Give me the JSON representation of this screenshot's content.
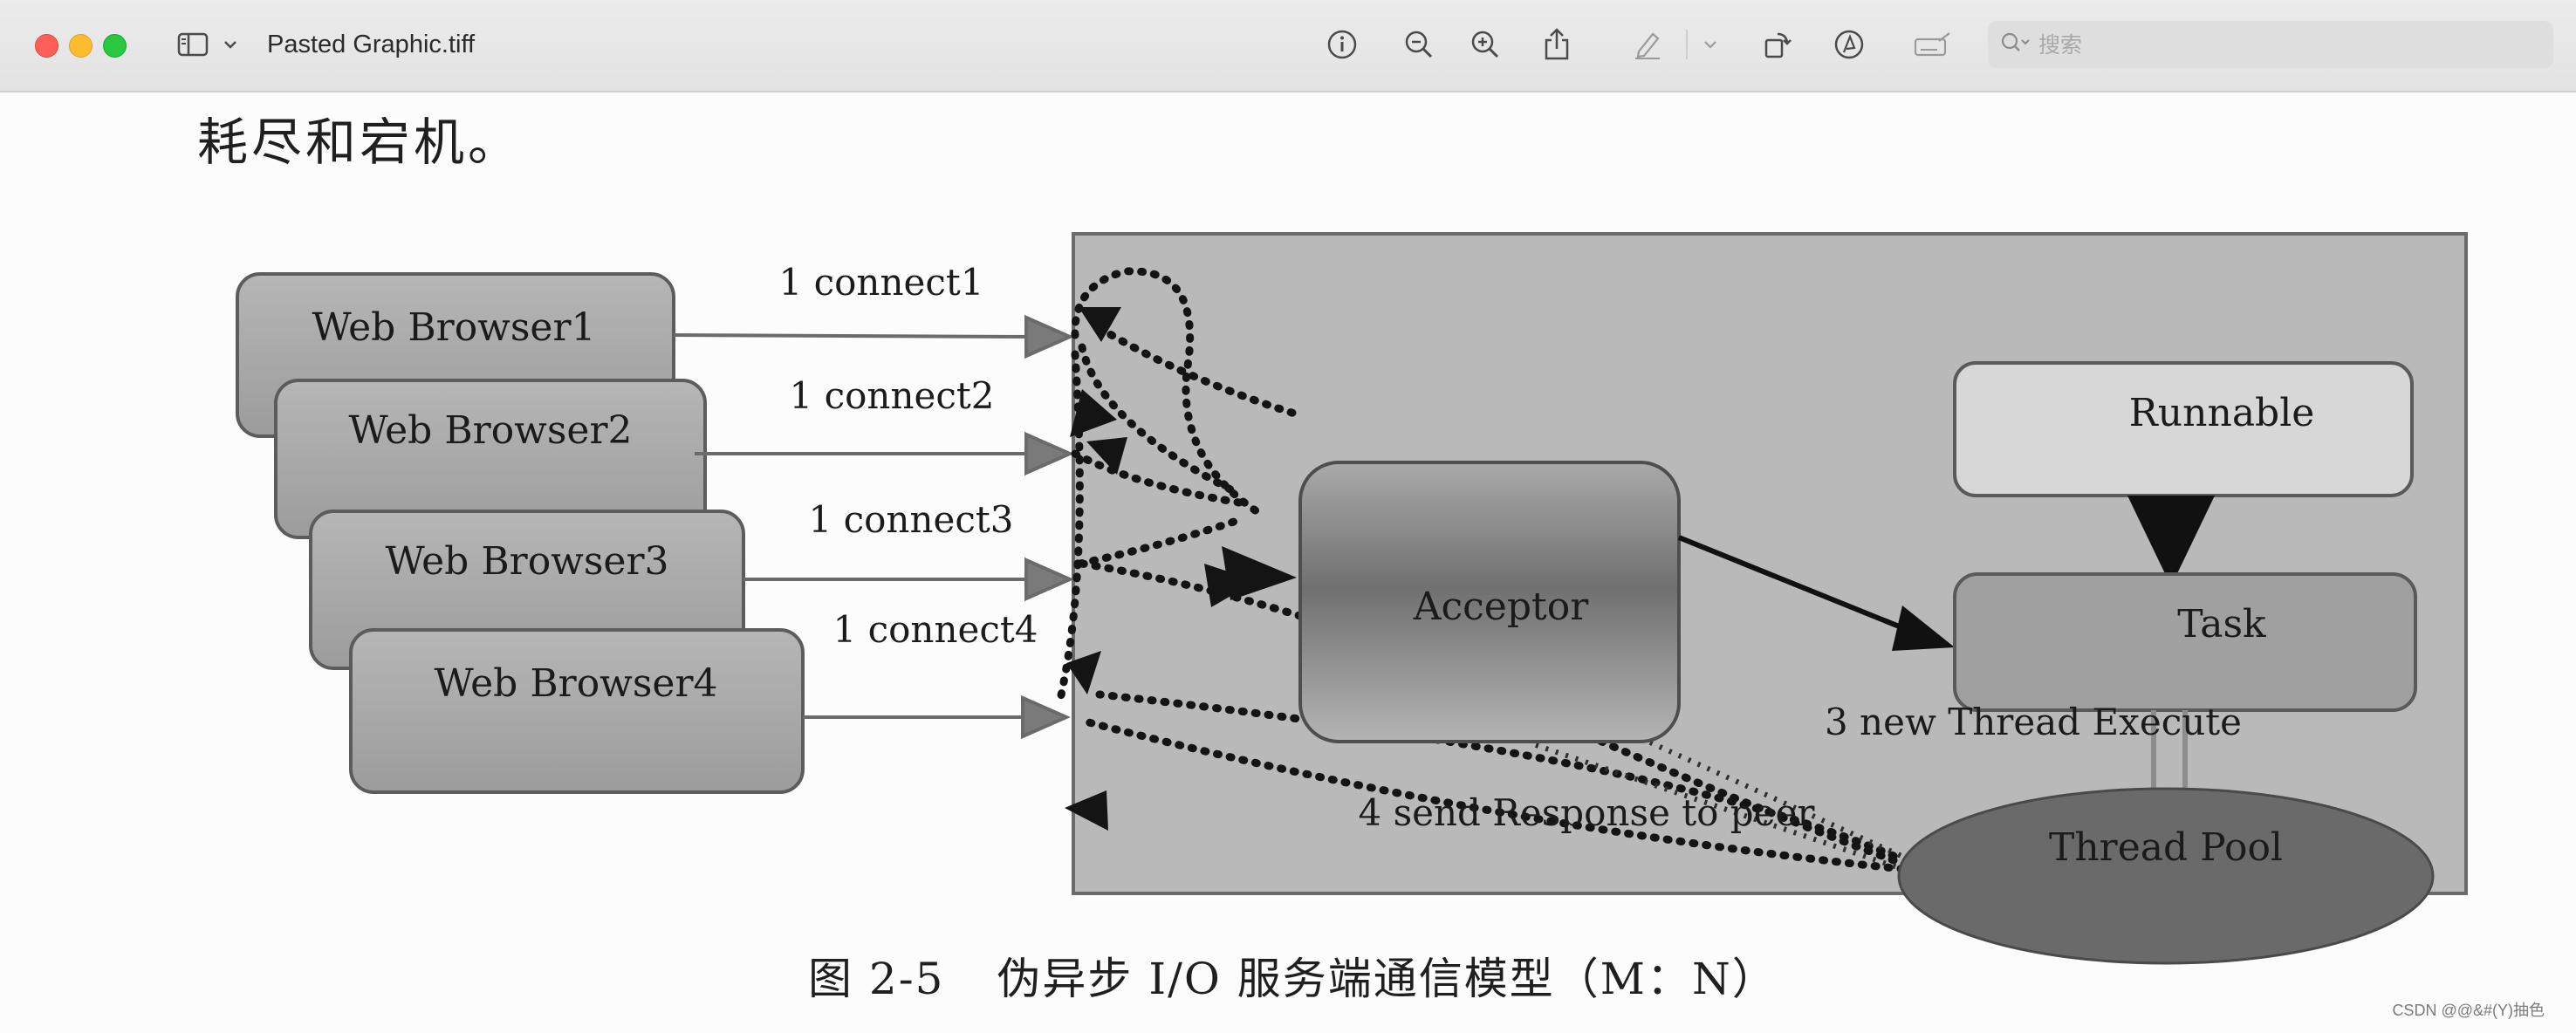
{
  "window": {
    "title": "Pasted Graphic.tiff",
    "search_placeholder": "搜索"
  },
  "toolbar": {
    "icons": [
      "sidebar-icon",
      "chevron-down-icon",
      "info-icon",
      "zoom-out-icon",
      "zoom-in-icon",
      "share-icon",
      "highlight-pen-icon",
      "chevron-down-icon",
      "rotate-icon",
      "markup-icon",
      "signature-box-icon"
    ]
  },
  "document": {
    "top_text": "耗尽和宕机。",
    "caption_label": "图 2-5",
    "caption_text": "伪异步 I/O 服务端通信模型（M：N）",
    "watermark": "CSDN @@&#(Y)抽色"
  },
  "diagram": {
    "browsers": [
      "Web Browser1",
      "Web Browser2",
      "Web Browser3",
      "Web Browser4"
    ],
    "connections": [
      "1 connect1",
      "1 connect2",
      "1 connect3",
      "1 connect4"
    ],
    "acceptor": "Acceptor",
    "runnable": "Runnable",
    "task": "Task",
    "thread_pool": "Thread Pool",
    "step3": "3 new Thread Execute",
    "step4": "4 send Response to peer"
  },
  "colors": {
    "server_panel": "#b7b7b7",
    "browser_box": "#a8a8a8",
    "thread_pool": "#6f6f6f"
  }
}
